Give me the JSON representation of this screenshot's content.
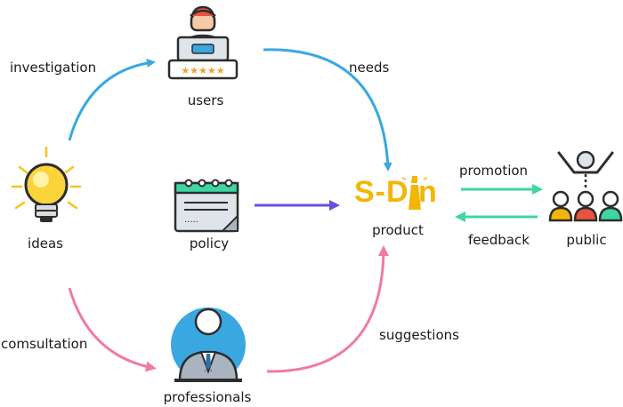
{
  "nodes": {
    "users": "users",
    "ideas": "ideas",
    "policy": "policy",
    "product": "product",
    "professionals": "professionals",
    "public": "public"
  },
  "edges": {
    "investigation": "investigation",
    "needs": "needs",
    "promotion": "promotion",
    "feedback": "feedback",
    "consultation": "comsultation",
    "suggestions": "suggestions"
  },
  "logo": {
    "text": "S-Din"
  },
  "colors": {
    "blue_arrow": "#3aa8e0",
    "purple_arrow": "#6a4ee0",
    "green_arrow": "#3fd6a0",
    "pink_arrow": "#f07aa6",
    "logo": "#f2b705"
  }
}
